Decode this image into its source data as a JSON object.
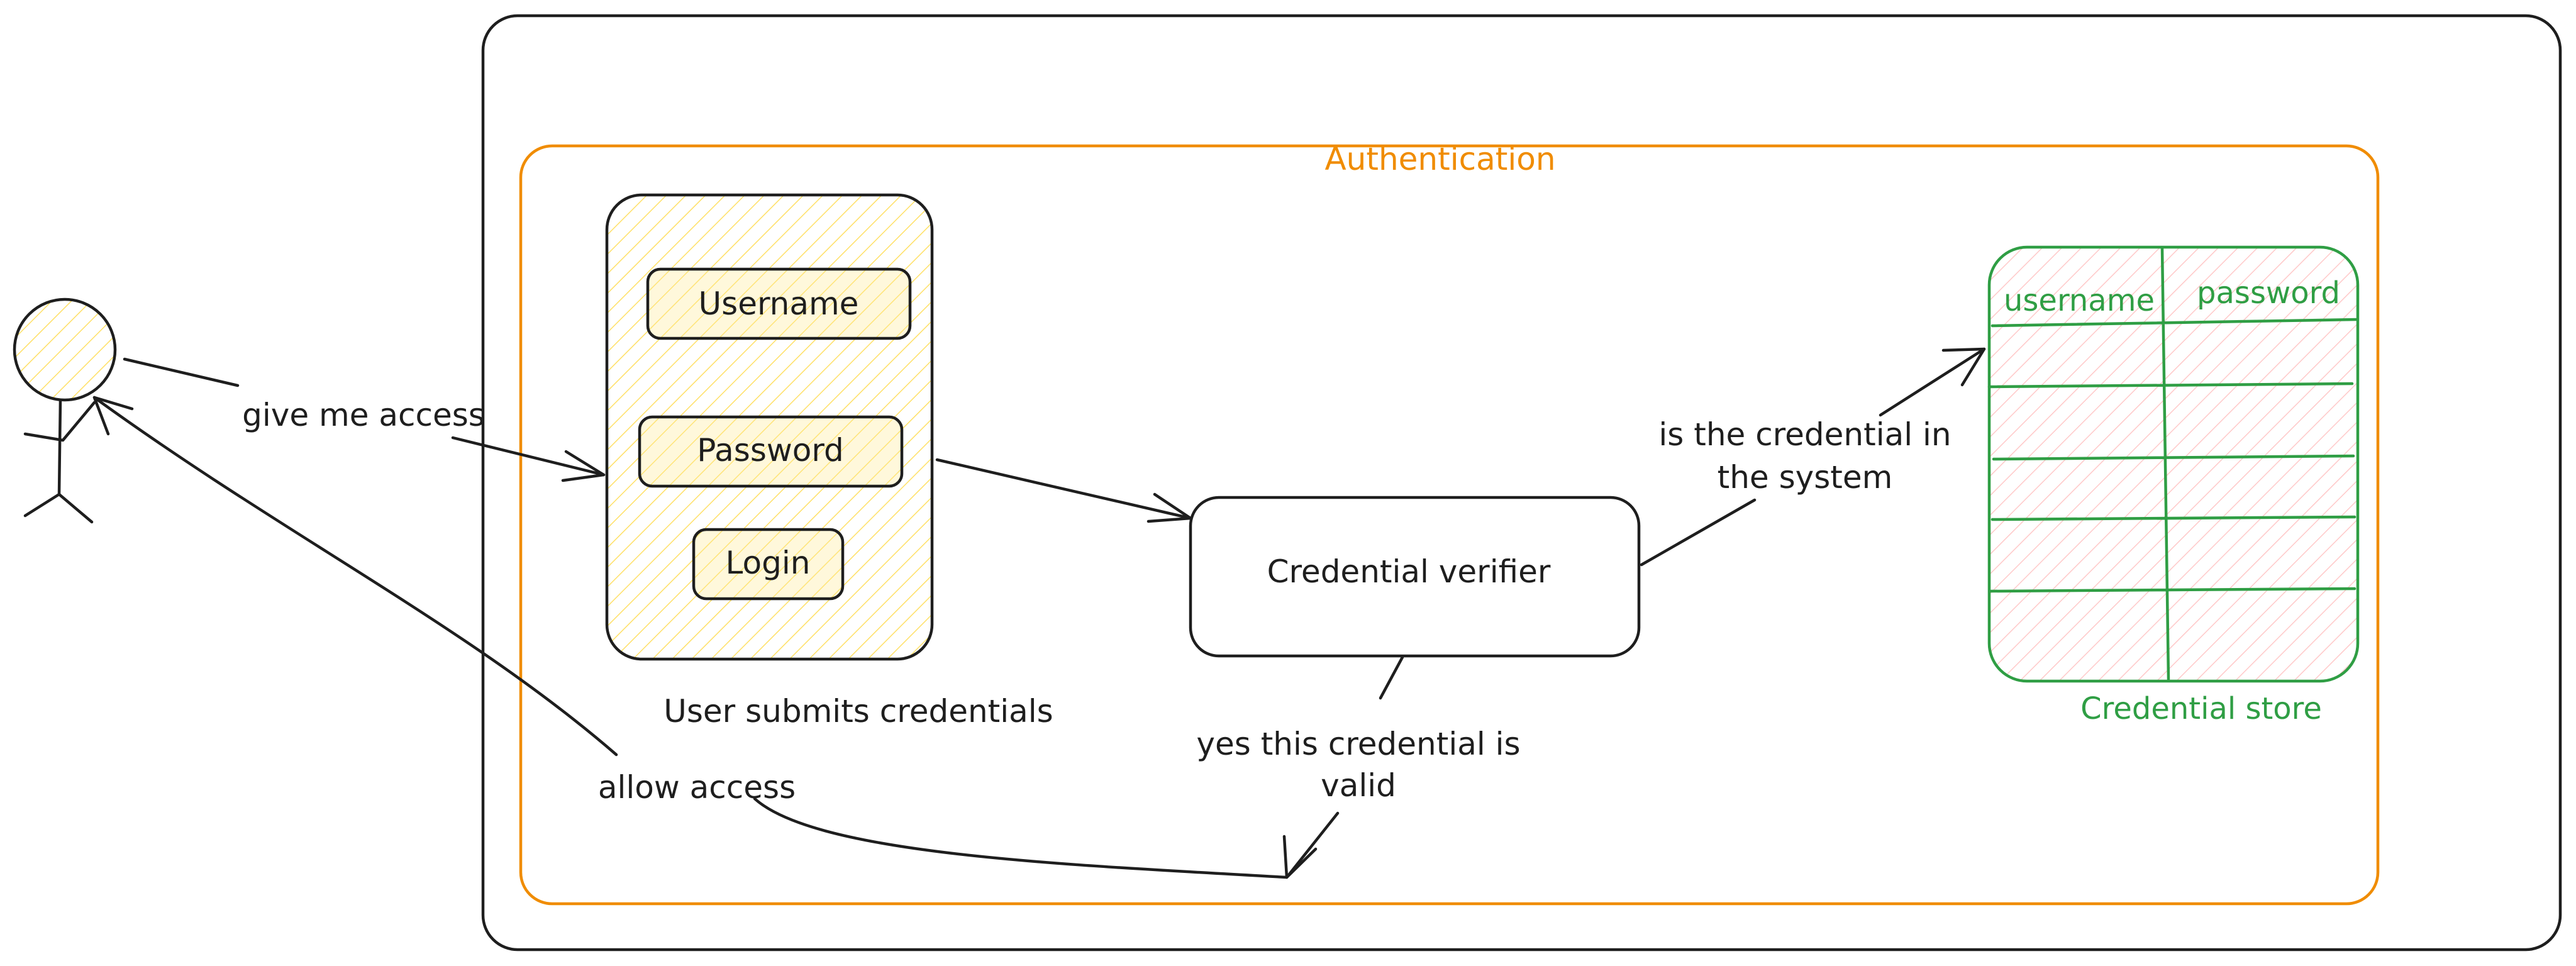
{
  "diagram": {
    "actor": {
      "name": "",
      "icon": "stick-figure-icon"
    },
    "system_boundary": {
      "label": ""
    },
    "group": {
      "label": "Authentication",
      "color": "#f08c00"
    },
    "login_form": {
      "caption": "User submits credentials",
      "fields": [
        "Username",
        "Password"
      ],
      "button": "Login",
      "fill": "#ffec99"
    },
    "verifier": {
      "label": "Credential verifier"
    },
    "store": {
      "caption": "Credential store",
      "columns": [
        "username",
        "password"
      ],
      "row_count": 5,
      "color": "#2f9e44",
      "fill": "#ffc9c9"
    },
    "edges": {
      "actor_to_form": "give me access",
      "verifier_to_store_line1": "is the credential in",
      "verifier_to_store_line2": "the system",
      "verifier_result_line1": "yes this credential is",
      "verifier_result_line2": "valid",
      "back_to_actor": "allow access"
    }
  }
}
